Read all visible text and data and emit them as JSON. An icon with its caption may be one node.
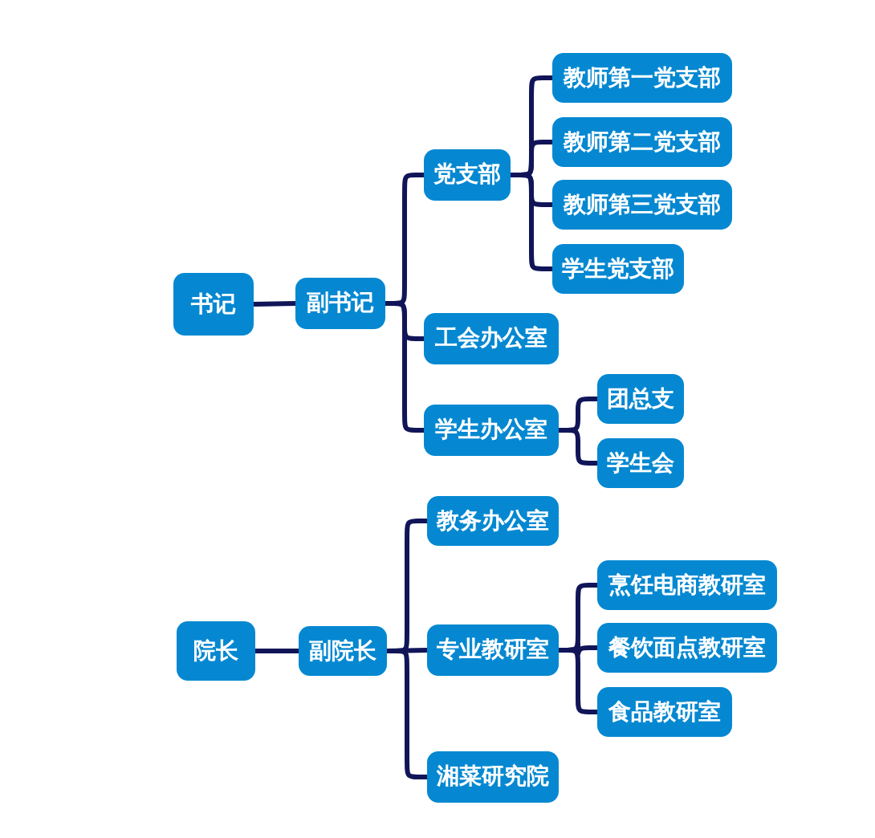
{
  "diagram": {
    "nodes": [
      {
        "text": [
          "书记"
        ]
      },
      {
        "text": [
          "副书记"
        ]
      },
      {
        "text": [
          "党支部"
        ]
      },
      {
        "text": [
          "教师第一党支部"
        ]
      },
      {
        "text": [
          "教师第二党支部"
        ]
      },
      {
        "text": [
          "教师第三党支部"
        ]
      },
      {
        "text": [
          "学生党支部"
        ]
      },
      {
        "text": [
          "工会办公室"
        ]
      },
      {
        "text": [
          "学生办公室"
        ]
      },
      {
        "text": [
          "团总支"
        ]
      },
      {
        "text": [
          "学生会"
        ]
      },
      {
        "text": [
          "院长"
        ]
      },
      {
        "text": [
          "副院长"
        ]
      },
      {
        "text": [
          "教务办公室"
        ]
      },
      {
        "text": [
          "专业教研室"
        ]
      },
      {
        "text": [
          "烹饪电商教研室"
        ]
      },
      {
        "text": [
          "餐饮面点教研室"
        ]
      },
      {
        "text": [
          "食品教研室"
        ]
      },
      {
        "text": [
          "湘菜研究院"
        ]
      }
    ],
    "edges": [
      {
        "from": 0,
        "to": 1,
        "arrow": "none"
      },
      {
        "from": 1,
        "to": 2,
        "arrow": "none"
      },
      {
        "from": 1,
        "to": 7,
        "arrow": "none"
      },
      {
        "from": 1,
        "to": 8,
        "arrow": "none"
      },
      {
        "from": 2,
        "to": 3,
        "arrow": "none"
      },
      {
        "from": 2,
        "to": 4,
        "arrow": "none"
      },
      {
        "from": 2,
        "to": 5,
        "arrow": "none"
      },
      {
        "from": 2,
        "to": 6,
        "arrow": "none"
      },
      {
        "from": 8,
        "to": 9,
        "arrow": "none"
      },
      {
        "from": 8,
        "to": 10,
        "arrow": "none"
      },
      {
        "from": 11,
        "to": 12,
        "arrow": "none"
      },
      {
        "from": 12,
        "to": 13,
        "arrow": "none"
      },
      {
        "from": 12,
        "to": 14,
        "arrow": "none"
      },
      {
        "from": 12,
        "to": 18,
        "arrow": "none"
      },
      {
        "from": 14,
        "to": 15,
        "arrow": "none"
      },
      {
        "from": 14,
        "to": 16,
        "arrow": "none"
      },
      {
        "from": 14,
        "to": 17,
        "arrow": "none"
      }
    ]
  }
}
